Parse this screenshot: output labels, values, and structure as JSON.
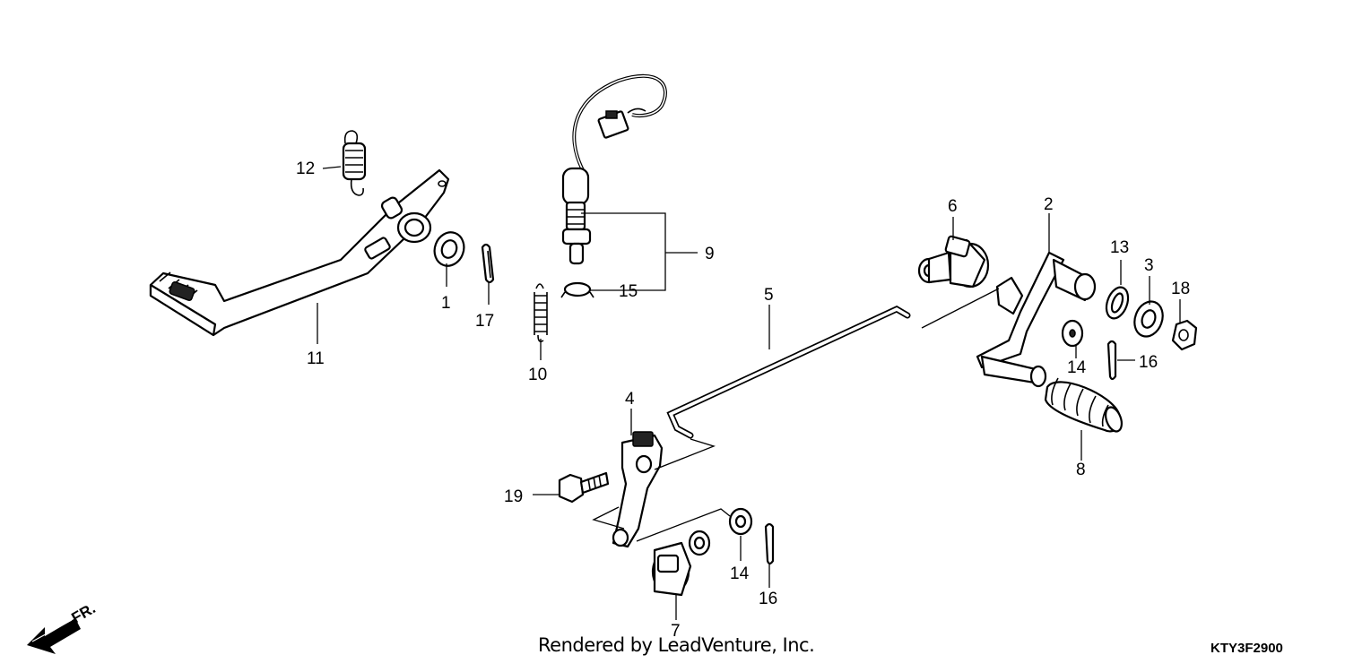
{
  "callouts": {
    "c1": "1",
    "c2": "2",
    "c3": "3",
    "c4": "4",
    "c5": "5",
    "c6": "6",
    "c7": "7",
    "c8": "8",
    "c9": "9",
    "c10": "10",
    "c11": "11",
    "c12": "12",
    "c13": "13",
    "c14a": "14",
    "c14b": "14",
    "c15": "15",
    "c16a": "16",
    "c16b": "16",
    "c17": "17",
    "c18": "18",
    "c19": "19"
  },
  "direction_label": "FR.",
  "footer": {
    "credit": "Rendered by LeadVenture, Inc.",
    "diagram_code": "KTY3F2900"
  }
}
